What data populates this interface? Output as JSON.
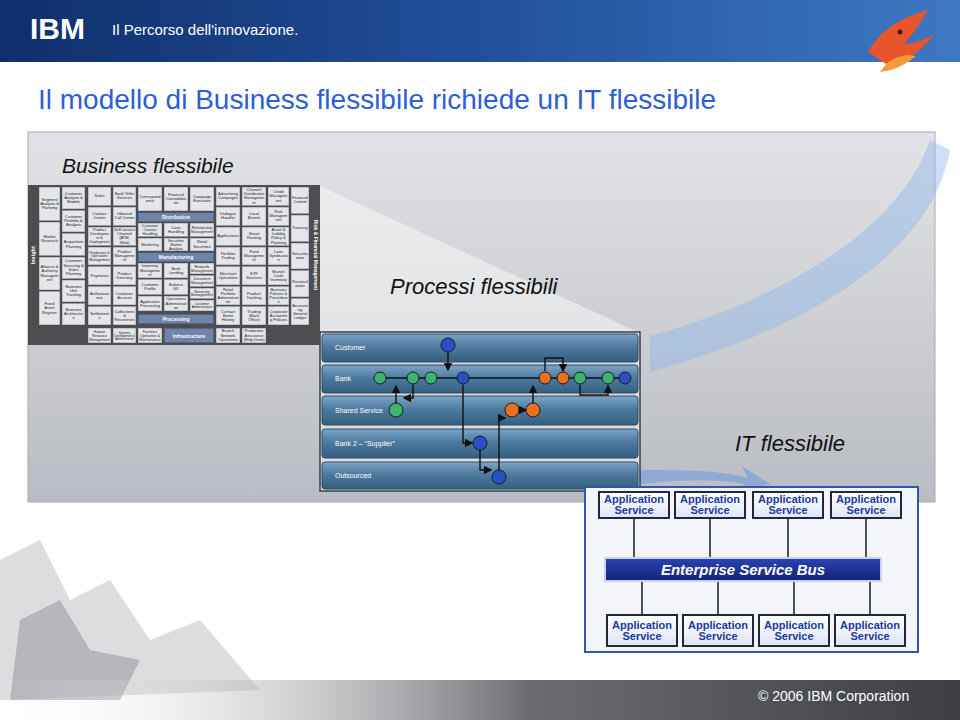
{
  "diagram": {
    "title": "Il modello di Business flessibile richiede un IT flessibile",
    "nodes": [
      {
        "text": [
          "Segment Analysis & Planning"
        ]
      },
      {
        "text": [
          "Market Research"
        ]
      },
      {
        "text": [
          "Alliance & Authority Management"
        ]
      },
      {
        "text": [
          "Fixed Asset Register"
        ]
      },
      {
        "text": [
          "Customer Analysis & Models"
        ]
      },
      {
        "text": [
          "Customer Portfolio & Analysis"
        ]
      },
      {
        "text": [
          "Acquisition Planning"
        ]
      },
      {
        "text": [
          "Customer Servicing & Sales Planning"
        ]
      },
      {
        "text": [
          "Business Unit Tracking"
        ]
      },
      {
        "text": [
          "Business Architecture"
        ]
      },
      {
        "text": [
          "Sales"
        ]
      },
      {
        "text": [
          "Contact Center"
        ]
      },
      {
        "text": [
          "Product Development & Deployment"
        ]
      },
      {
        "text": [
          "Production & Operations Management"
        ]
      },
      {
        "text": [
          "Payments"
        ]
      },
      {
        "text": [
          "Authorizations"
        ]
      },
      {
        "text": [
          "Settlements"
        ]
      },
      {
        "text": [
          "Bank Teller Services"
        ]
      },
      {
        "text": [
          "Inbound Call Center"
        ]
      },
      {
        "text": [
          "Self-service Channel (ATM, Web)"
        ]
      },
      {
        "text": [
          "Product Management"
        ]
      },
      {
        "text": [
          "Product Directory"
        ]
      },
      {
        "text": [
          "Customer Account"
        ]
      },
      {
        "text": [
          "Collections & Recoveries"
        ]
      },
      {
        "text": [
          "Correspondence"
        ]
      },
      {
        "text": [
          "Customer Contact Handling"
        ]
      },
      {
        "text": [
          "Marketing"
        ]
      },
      {
        "text": [
          "Inventory Management"
        ]
      },
      {
        "text": [
          "Customer Profile"
        ]
      },
      {
        "text": [
          "Application Processing"
        ]
      },
      {
        "text": [
          "Financial Consolidation"
        ]
      },
      {
        "text": [
          "Case Handling"
        ]
      },
      {
        "text": [
          "Securities Market Analysis"
        ]
      },
      {
        "text": [
          "Bank Lending"
        ]
      },
      {
        "text": [
          "Balance G/L"
        ]
      },
      {
        "text": [
          "Operations Administration"
        ]
      },
      {
        "text": [
          "Campaign Execution"
        ]
      },
      {
        "text": [
          "Relationship Management"
        ]
      },
      {
        "text": [
          "Retail Securities"
        ]
      },
      {
        "text": [
          "Rewards Management"
        ]
      },
      {
        "text": [
          "Document Management"
        ]
      },
      {
        "text": [
          "Servicing Management"
        ]
      },
      {
        "text": [
          "Customer Administration"
        ]
      },
      {
        "text": [
          "Advertising Campaigns"
        ]
      },
      {
        "text": [
          "Dialogue Handler"
        ]
      },
      {
        "text": [
          "Applications"
        ]
      },
      {
        "text": [
          "Portfolio Trading"
        ]
      },
      {
        "text": [
          "Merchant Operations"
        ]
      },
      {
        "text": [
          "Retail Portfolio Administration"
        ]
      },
      {
        "text": [
          "Contact Event History"
        ]
      },
      {
        "text": [
          "Channel Distribution Management"
        ]
      },
      {
        "text": [
          "Local Branch"
        ]
      },
      {
        "text": [
          "Smart Routing"
        ]
      },
      {
        "text": [
          "Fund Management"
        ]
      },
      {
        "text": [
          "ETF Services"
        ]
      },
      {
        "text": [
          "Product Tracking"
        ]
      },
      {
        "text": [
          "Trading (Back Office)"
        ]
      },
      {
        "text": [
          "Credit Management"
        ]
      },
      {
        "text": [
          "Risk Management"
        ]
      },
      {
        "text": [
          "Asset & Liability Policy & Planning"
        ]
      },
      {
        "text": [
          "Loan Syndication"
        ]
      },
      {
        "text": [
          "Branch Cash Inventory"
        ]
      },
      {
        "text": [
          "Business Policies & Procedures"
        ]
      },
      {
        "text": [
          "Corporate Accounting Policies"
        ]
      },
      {
        "text": [
          "Financial Control"
        ]
      },
      {
        "text": [
          "Treasury"
        ]
      },
      {
        "text": [
          "Securitisation"
        ]
      },
      {
        "text": [
          "Reconciliation"
        ]
      },
      {
        "text": [
          "Accounting General Ledger"
        ]
      },
      {
        "text": [
          "Distribution"
        ]
      },
      {
        "text": [
          "Manufacturing"
        ]
      },
      {
        "text": [
          "Processing"
        ]
      },
      {
        "text": [
          "Human Resource Management"
        ]
      },
      {
        "text": [
          "Systems Development & Administration"
        ]
      },
      {
        "text": [
          "Facilities Operation & Maintenance"
        ]
      },
      {
        "text": [
          "Infrastructure"
        ]
      },
      {
        "text": [
          "Branch Network Operations"
        ]
      },
      {
        "text": [
          "Production Assurance (Help Desk)"
        ]
      },
      {
        "text": [
          "Customer"
        ]
      },
      {
        "text": [
          "Bank"
        ]
      },
      {
        "text": [
          "Shared Service"
        ]
      },
      {
        "text": [
          "Bank 2 – “Supplier”"
        ]
      },
      {
        "text": [
          "Outsourced"
        ]
      },
      {
        "text": [
          "Application Service"
        ]
      },
      {
        "text": [
          "Application Service"
        ]
      },
      {
        "text": [
          "Application Service"
        ]
      },
      {
        "text": [
          "Application Service"
        ]
      },
      {
        "text": [
          "Enterprise Service Bus"
        ]
      },
      {
        "text": [
          "Application Service"
        ]
      },
      {
        "text": [
          "Application Service"
        ]
      },
      {
        "text": [
          "Application Service"
        ]
      },
      {
        "text": [
          "Application Service"
        ]
      }
    ],
    "edges": [
      {
        "from": 83,
        "to": 87,
        "arrow": "none"
      },
      {
        "from": 84,
        "to": 87,
        "arrow": "none"
      },
      {
        "from": 85,
        "to": 87,
        "arrow": "none"
      },
      {
        "from": 86,
        "to": 87,
        "arrow": "none"
      },
      {
        "from": 87,
        "to": 88,
        "arrow": "none"
      },
      {
        "from": 87,
        "to": 89,
        "arrow": "none"
      },
      {
        "from": 87,
        "to": 90,
        "arrow": "none"
      },
      {
        "from": 87,
        "to": 91,
        "arrow": "none"
      }
    ],
    "labels": [
      "IBM",
      "Il Percorso dell'innovazione.",
      "Business flessibile",
      "Processi flessibili",
      "IT flessibile",
      "Insight",
      "Risk & Financial Management",
      "© 2006 IBM Corporation"
    ]
  }
}
